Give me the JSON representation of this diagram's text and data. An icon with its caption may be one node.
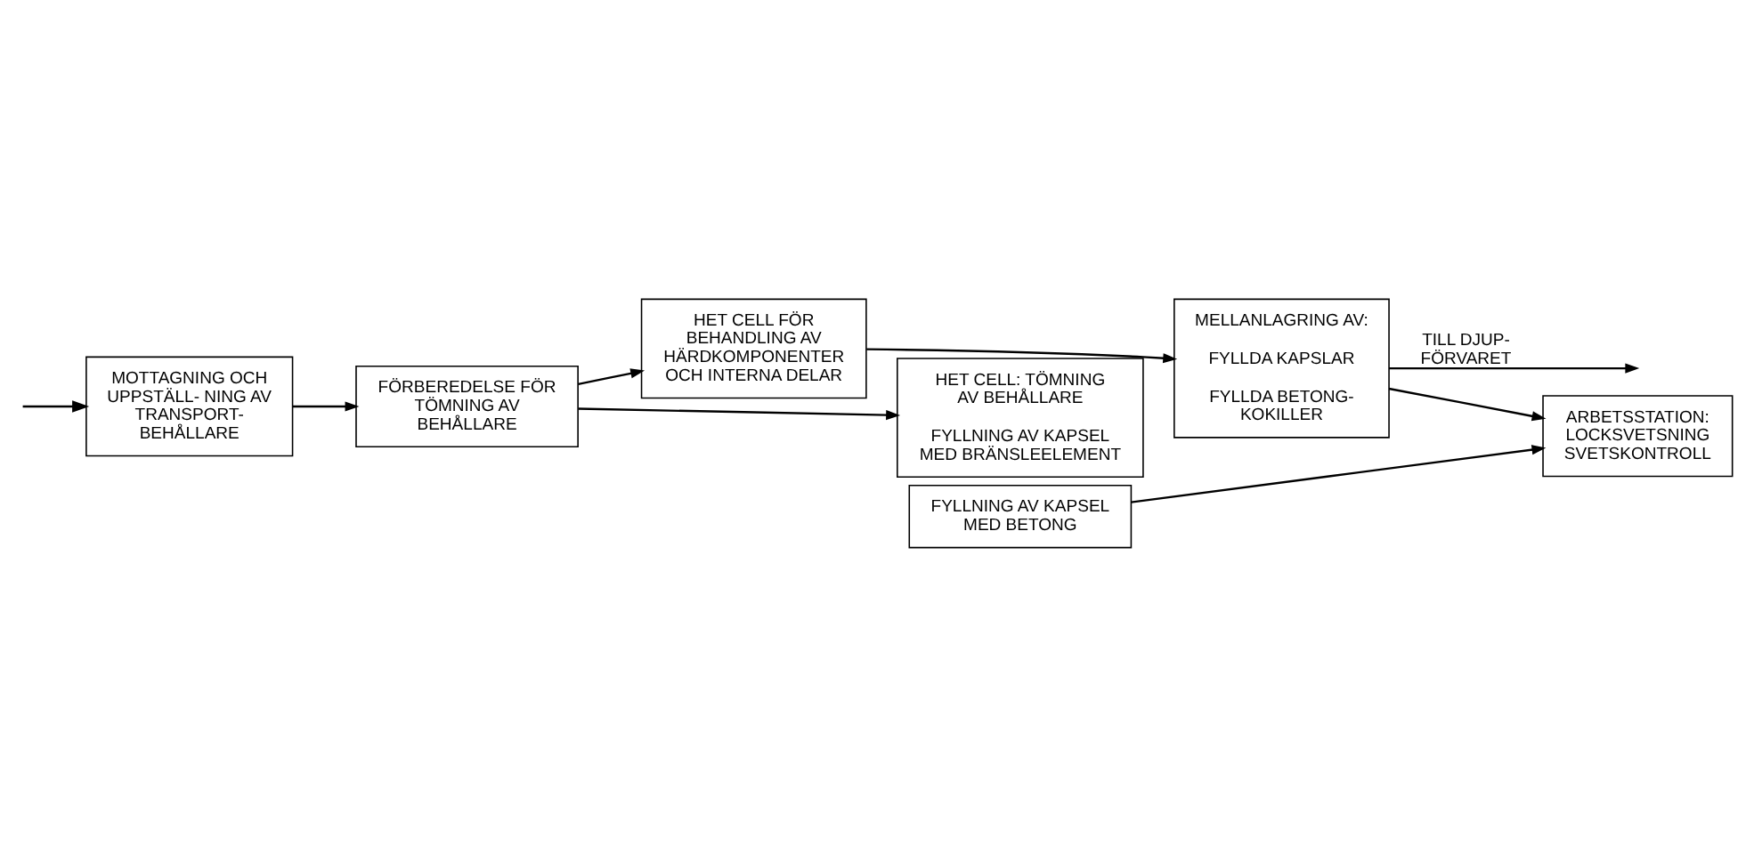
{
  "diagram": {
    "nodes": [
      {
        "text": [
          "MOTTAGNING OCH UPPSTÄLL- NING AV TRANSPORT- BEHÅLLARE"
        ]
      },
      {
        "text": [
          "FÖRBEREDELSE FÖR TÖMNING AV BEHÅLLARE"
        ]
      },
      {
        "text": [
          "HET CELL FÖR BEHANDLING AV HÄRDKOMPONENTER OCH INTERNA DELAR"
        ]
      },
      {
        "text": [
          "HET CELL: TÖMNING AV BEHÅLLARE",
          "FYLLNING AV KAPSEL MED BRÄNSLEELEMENT"
        ]
      },
      {
        "text": [
          "FYLLNING AV KAPSEL MED BETONG"
        ]
      },
      {
        "text": [
          "MELLANLAGRING AV:",
          "FYLLDA KAPSLAR",
          "FYLLDA BETONG- KOKILLER"
        ]
      },
      {
        "text": [
          "ARBETSSTATION: LOCKSVETSNING SVETSKONTROLL"
        ]
      }
    ],
    "edges": [
      {
        "from": null,
        "to": 0,
        "arrow": "to"
      },
      {
        "from": 0,
        "to": 1,
        "arrow": "to"
      },
      {
        "from": 1,
        "to": 2,
        "arrow": "to"
      },
      {
        "from": 1,
        "to": 3,
        "arrow": "to"
      },
      {
        "from": 2,
        "to": 5,
        "arrow": "to"
      },
      {
        "from": 4,
        "to": 6,
        "arrow": "to"
      },
      {
        "from": 5,
        "to": 6,
        "arrow": "to"
      },
      {
        "from": 5,
        "to": null,
        "arrow": "to",
        "label": "TILL DJUP- FÖRVARET"
      }
    ]
  }
}
